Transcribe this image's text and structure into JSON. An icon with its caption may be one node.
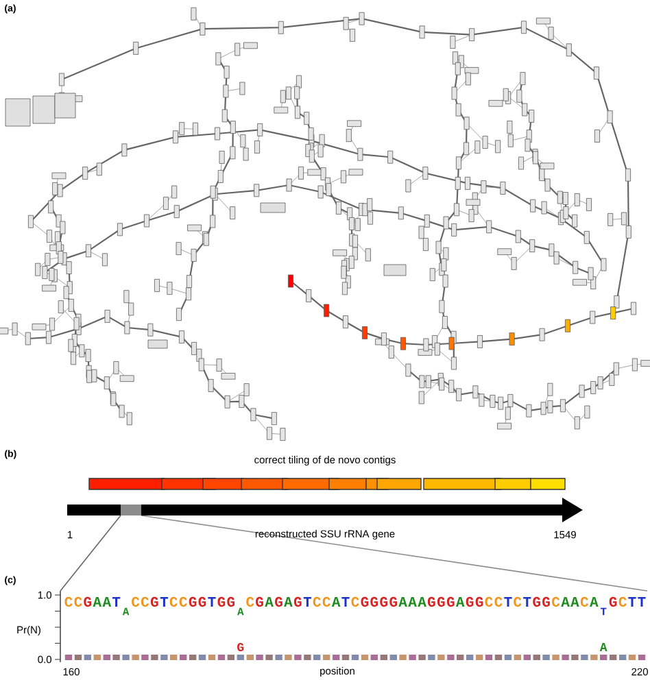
{
  "diagram": {
    "labels": [
      "(a)",
      "(b)",
      "correct tiling of de novo contigs",
      "1",
      "reconstructed SSU rRNA gene",
      "1549",
      "(c)",
      "1.0",
      "C",
      "C",
      "G",
      "A",
      "A",
      "T",
      "A",
      "C",
      "C",
      "G",
      "T",
      "C",
      "C",
      "G",
      "G",
      "T",
      "G",
      "G",
      "A",
      "C",
      "G",
      "A",
      "G",
      "A",
      "G",
      "T",
      "C",
      "C",
      "A",
      "T",
      "C",
      "G",
      "G",
      "G",
      "G",
      "A",
      "A",
      "A",
      "G",
      "G",
      "G",
      "A",
      "G",
      "G",
      "C",
      "C",
      "T",
      "C",
      "T",
      "G",
      "G",
      "C",
      "A",
      "A",
      "C",
      "A",
      "T",
      "G",
      "C",
      "T",
      "T",
      "Pr(N)",
      "G",
      "A",
      "0.0",
      "160",
      "position",
      "220"
    ]
  }
}
